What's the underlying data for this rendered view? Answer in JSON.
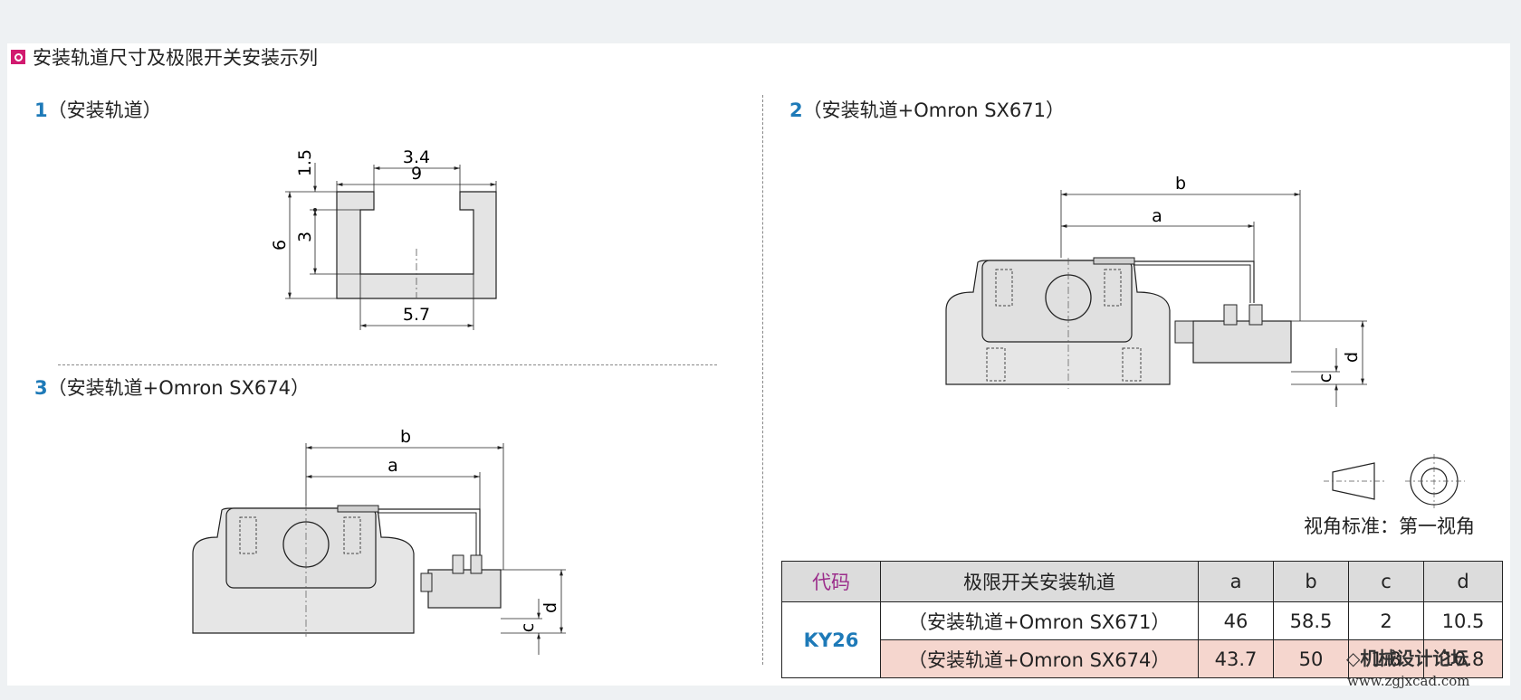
{
  "section": {
    "title": "安装轨道尺寸及极限开关安装示列"
  },
  "figures": {
    "f1": {
      "num": "1",
      "label": "（安装轨道）"
    },
    "f2": {
      "num": "2",
      "label": "（安装轨道+Omron SX671）"
    },
    "f3": {
      "num": "3",
      "label": "（安装轨道+Omron SX674）"
    }
  },
  "dims1": {
    "w9": "9",
    "w34": "3.4",
    "h15": "1.5",
    "h6": "6",
    "h3": "3",
    "w57": "5.7"
  },
  "dims2": {
    "b": "b",
    "a": "a",
    "c": "c",
    "d": "d"
  },
  "dims3": {
    "b": "b",
    "a": "a",
    "c": "c",
    "d": "d"
  },
  "view_note": "视角标准：第一视角",
  "table": {
    "headers": [
      "代码",
      "极限开关安装轨道",
      "a",
      "b",
      "c",
      "d"
    ],
    "code": "KY26",
    "rows": [
      [
        "（安装轨道+Omron SX671）",
        "46",
        "58.5",
        "2",
        "10.5"
      ],
      [
        "（安装轨道+Omron SX674）",
        "43.7",
        "50",
        "1.8",
        "10.8"
      ]
    ]
  },
  "watermark": {
    "text": "◇机械设计论坛",
    "url": "www.zgjxcad.com"
  },
  "colors": {
    "accent": "#d11a6f",
    "number": "#1e7ab8",
    "code_header": "#9b2d8b",
    "row_highlight": "#f5d6ce"
  }
}
